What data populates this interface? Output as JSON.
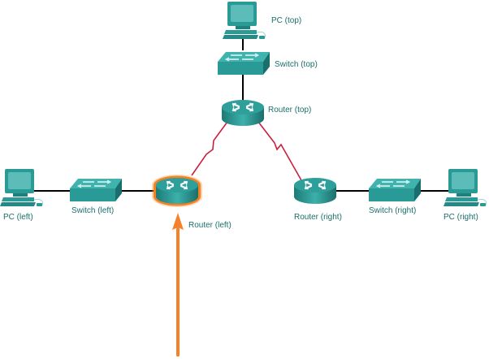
{
  "diagram": {
    "colors": {
      "device_teal": "#2a9a96",
      "device_teal_dark": "#1a6f6c",
      "device_teal_light": "#3fb3ae",
      "screen": "#5cbcb8",
      "ethernet_link": "#000000",
      "serial_link": "#c8203c",
      "highlight": "#f5821f",
      "arrow": "#f5822a"
    },
    "nodes": [
      {
        "id": "pc-top",
        "type": "pc",
        "label": "PC (top)"
      },
      {
        "id": "switch-top",
        "type": "switch",
        "label": "Switch (top)"
      },
      {
        "id": "router-top",
        "type": "router",
        "label": "Router (top)"
      },
      {
        "id": "pc-left",
        "type": "pc",
        "label": "PC (left)"
      },
      {
        "id": "switch-left",
        "type": "switch",
        "label": "Switch (left)"
      },
      {
        "id": "router-left",
        "type": "router",
        "label": "Router (left)",
        "highlighted": true
      },
      {
        "id": "router-right",
        "type": "router",
        "label": "Router (right)"
      },
      {
        "id": "switch-right",
        "type": "switch",
        "label": "Switch (right)"
      },
      {
        "id": "pc-right",
        "type": "pc",
        "label": "PC (right)"
      }
    ],
    "links": [
      {
        "from": "pc-top",
        "to": "switch-top",
        "type": "ethernet"
      },
      {
        "from": "switch-top",
        "to": "router-top",
        "type": "ethernet"
      },
      {
        "from": "pc-left",
        "to": "switch-left",
        "type": "ethernet"
      },
      {
        "from": "switch-left",
        "to": "router-left",
        "type": "ethernet"
      },
      {
        "from": "router-right",
        "to": "switch-right",
        "type": "ethernet"
      },
      {
        "from": "switch-right",
        "to": "pc-right",
        "type": "ethernet"
      },
      {
        "from": "router-top",
        "to": "router-left",
        "type": "serial"
      },
      {
        "from": "router-top",
        "to": "router-right",
        "type": "serial"
      }
    ],
    "pointer": {
      "target": "router-left"
    }
  }
}
